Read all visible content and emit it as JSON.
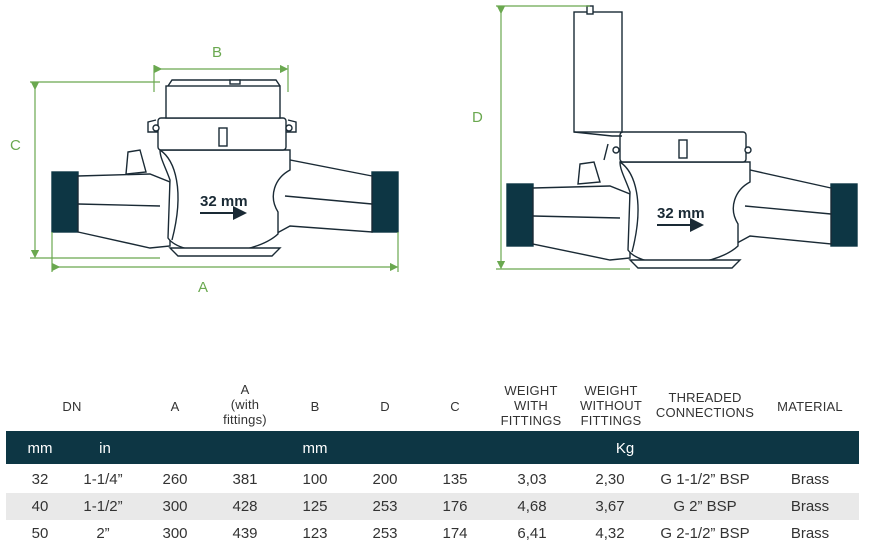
{
  "drawing": {
    "dim_labels": {
      "a": "A",
      "b": "B",
      "c": "C",
      "d": "D"
    },
    "flow_label": "32 mm"
  },
  "table": {
    "headers": {
      "dn": "DN",
      "a": "A",
      "a_fit_1": "A",
      "a_fit_2": "(with",
      "a_fit_3": "fittings)",
      "b": "B",
      "d": "D",
      "c": "C",
      "w1_1": "WEIGHT",
      "w1_2": "WITH",
      "w1_3": "FITTINGS",
      "w2_1": "WEIGHT",
      "w2_2": "WITHOUT",
      "w2_3": "FITTINGS",
      "tc_1": "THREADED",
      "tc_2": "CONNECTIONS",
      "mat": "MATERIAL"
    },
    "units": {
      "mm1": "mm",
      "in": "in",
      "mm2": "mm",
      "kg": "Kg"
    },
    "rows": [
      {
        "dn_mm": "32",
        "dn_in": "1-1/4”",
        "a": "260",
        "a_fit": "381",
        "b": "100",
        "d": "200",
        "c": "135",
        "w_fit": "3,03",
        "w_nofit": "2,30",
        "thread": "G 1-1/2” BSP",
        "mat": "Brass"
      },
      {
        "dn_mm": "40",
        "dn_in": "1-1/2”",
        "a": "300",
        "a_fit": "428",
        "b": "125",
        "d": "253",
        "c": "176",
        "w_fit": "4,68",
        "w_nofit": "3,67",
        "thread": "G 2” BSP",
        "mat": "Brass"
      },
      {
        "dn_mm": "50",
        "dn_in": "2”",
        "a": "300",
        "a_fit": "439",
        "b": "123",
        "d": "253",
        "c": "174",
        "w_fit": "6,41",
        "w_nofit": "4,32",
        "thread": "G 2-1/2” BSP",
        "mat": "Brass"
      }
    ]
  }
}
